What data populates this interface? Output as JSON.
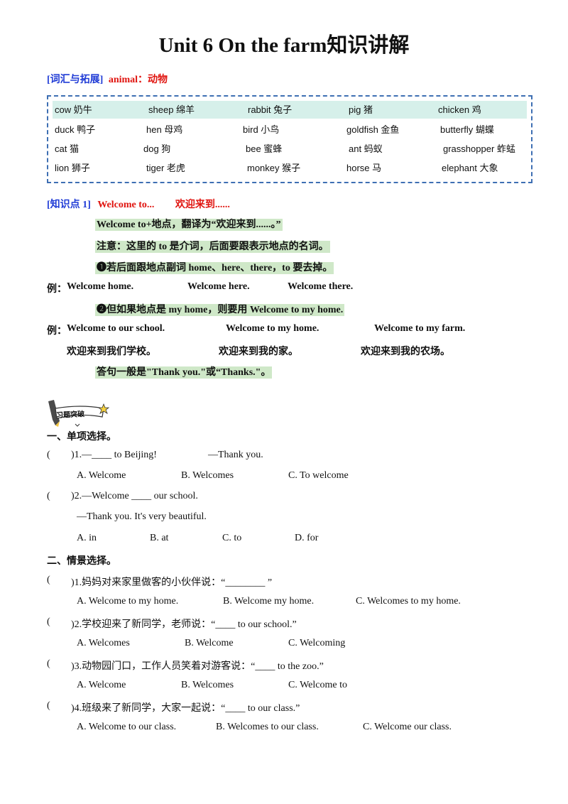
{
  "title": "Unit  6  On  the  farm知识讲解",
  "vocab": {
    "tag": "[词汇与拓展]",
    "heading": "animal：动物",
    "rows": [
      [
        "cow 奶牛",
        "sheep 绵羊",
        "rabbit 兔子",
        "pig 猪",
        "chicken 鸡"
      ],
      [
        "duck 鸭子",
        "hen 母鸡",
        "bird 小鸟",
        "goldfish 金鱼",
        "butterfly 蝴蝶"
      ],
      [
        "cat 猫",
        "dog 狗",
        "bee 蜜蜂",
        "ant 蚂蚁",
        "grasshopper 蚱蜢"
      ],
      [
        "lion 狮子",
        "tiger 老虎",
        "monkey 猴子",
        "horse 马",
        "elephant 大象"
      ]
    ]
  },
  "knowledge1": {
    "tag": "[知识点 1]",
    "heading": "Welcome  to...",
    "heading_cn": "欢迎来到......",
    "line1": "Welcome  to+地点，翻译为“欢迎来到......。”",
    "line2": "注意：这里的 to 是介词，后面要跟表示地点的名词。",
    "line3": "❶若后面跟地点副词 home、here、there，to 要去掉。",
    "example1_label": "例：",
    "example1": [
      "Welcome  home.",
      "Welcome  here.",
      "Welcome  there."
    ],
    "line4": "❷但如果地点是 my  home，则要用 Welcome  to  my  home.",
    "example2_label": "例：",
    "example2": [
      "Welcome  to  our  school.",
      "Welcome  to  my  home.",
      "Welcome  to  my  farm."
    ],
    "example2_cn": [
      "欢迎来到我们学校。",
      "欢迎来到我的家。",
      "欢迎来到我的农场。"
    ],
    "line5": "答句一般是\"Thank  you.\"或“Thanks.\"。"
  },
  "badge": "习题突破",
  "part1": {
    "heading": "一、单项选择。",
    "q1": {
      "paren": "(",
      "stem": ")1.—____ to Beijing!",
      "reply": "—Thank you.",
      "options": [
        "A. Welcome",
        "B. Welcomes",
        "C. To welcome"
      ]
    },
    "q2": {
      "paren": "(",
      "stem": ")2.—Welcome ____ our school.",
      "reply": "—Thank you. It's very beautiful.",
      "options": [
        "A. in",
        "B. at",
        "C. to",
        "D. for"
      ]
    }
  },
  "part2": {
    "heading": "二、情景选择。",
    "questions": [
      {
        "paren": "(",
        "stem": ")1.妈妈对来家里做客的小伙伴说：“________ ”",
        "options": [
          "A. Welcome  to my home.",
          "B. Welcome my home.",
          "C. Welcomes  to my home."
        ]
      },
      {
        "paren": "(",
        "stem": ")2.学校迎来了新同学，老师说：“____ to our school.”",
        "options": [
          "A. Welcomes",
          "B. Welcome",
          "C. Welcoming"
        ]
      },
      {
        "paren": "(",
        "stem": ")3.动物园门口，工作人员笑着对游客说：“____ to the zoo.”",
        "options": [
          "A. Welcome",
          "B. Welcomes",
          "C. Welcome  to"
        ]
      },
      {
        "paren": "(",
        "stem": ")4.班级来了新同学，大家一起说：“____ to our class.”",
        "options": [
          "A. Welcome  to our class.",
          "B. Welcomes  to our class.",
          "C. Welcome our class."
        ]
      }
    ]
  }
}
